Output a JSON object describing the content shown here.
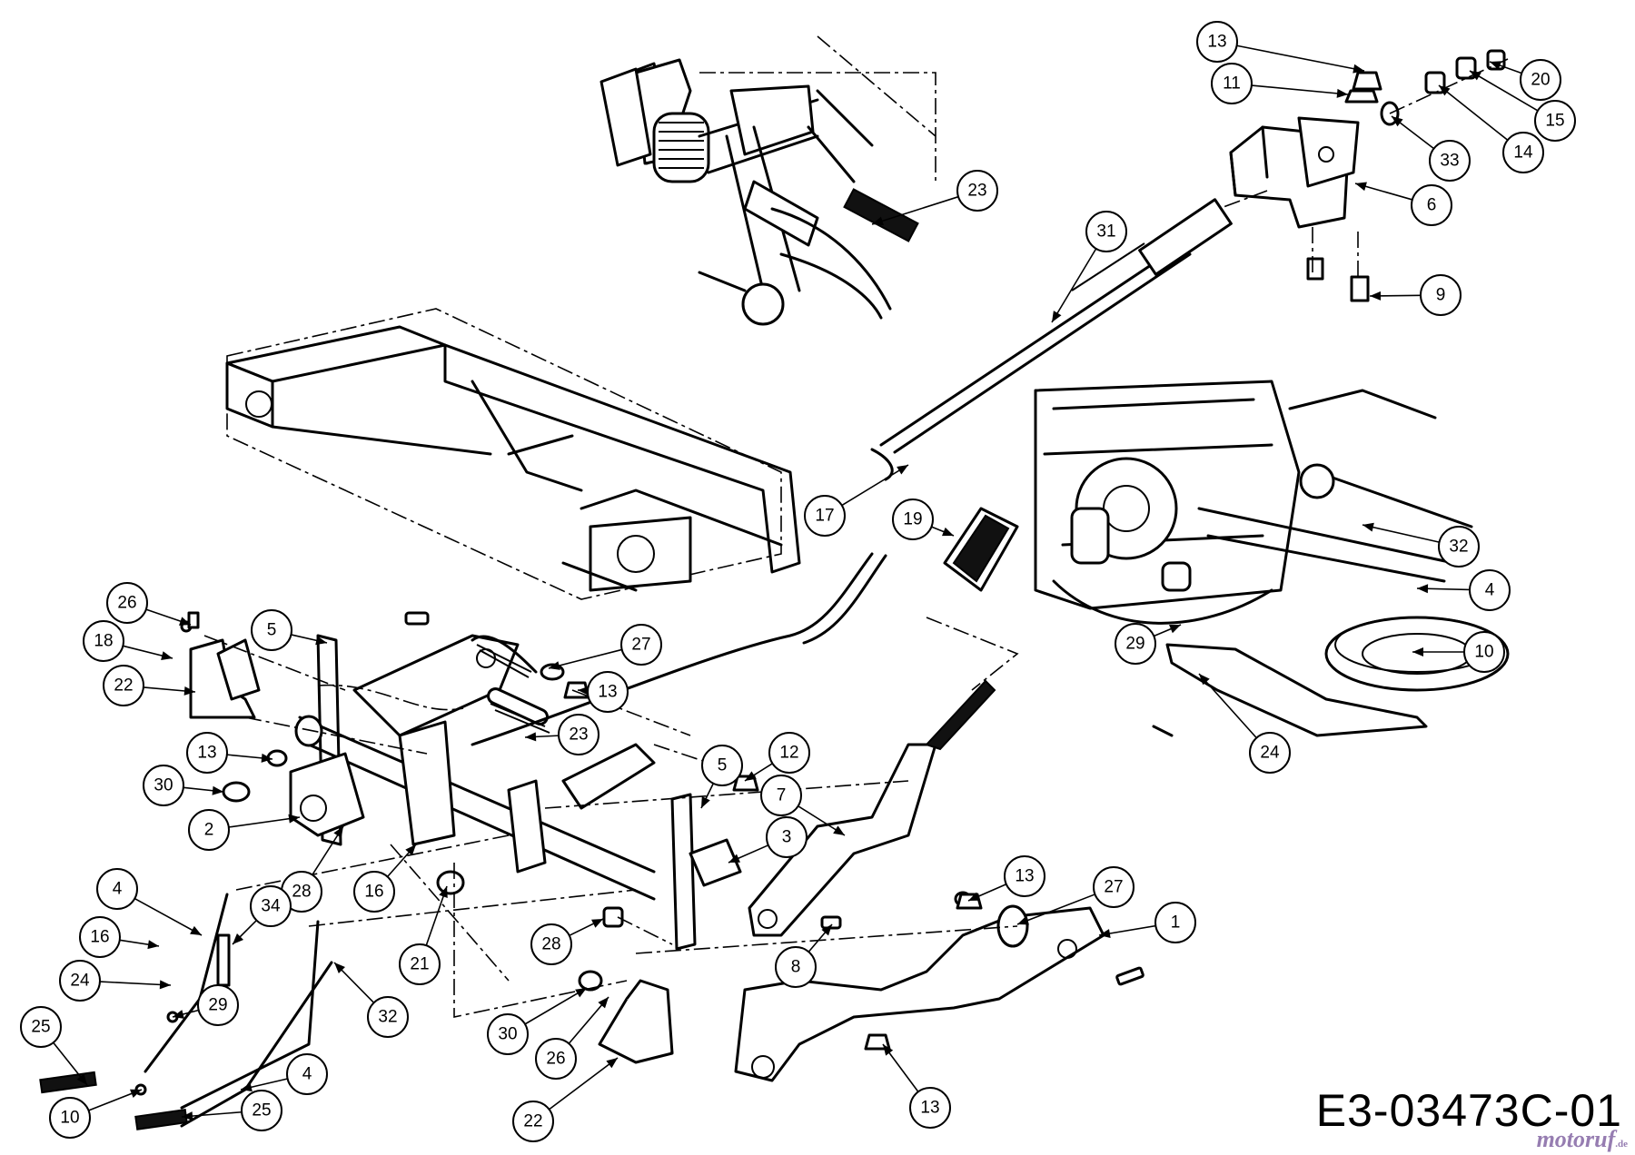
{
  "diagram": {
    "drawing_code": "E3-03473C-01",
    "watermark": "motoruf",
    "watermark_suffix": ".de",
    "callouts": [
      {
        "id": "c13a",
        "label": "13"
      },
      {
        "id": "c11",
        "label": "11"
      },
      {
        "id": "c20",
        "label": "20"
      },
      {
        "id": "c15",
        "label": "15"
      },
      {
        "id": "c14",
        "label": "14"
      },
      {
        "id": "c33",
        "label": "33"
      },
      {
        "id": "c6",
        "label": "6"
      },
      {
        "id": "c9",
        "label": "9"
      },
      {
        "id": "c31",
        "label": "31"
      },
      {
        "id": "c23a",
        "label": "23"
      },
      {
        "id": "c17",
        "label": "17"
      },
      {
        "id": "c19",
        "label": "19"
      },
      {
        "id": "c32a",
        "label": "32"
      },
      {
        "id": "c4a",
        "label": "4"
      },
      {
        "id": "c29a",
        "label": "29"
      },
      {
        "id": "c10a",
        "label": "10"
      },
      {
        "id": "c24a",
        "label": "24"
      },
      {
        "id": "c26a",
        "label": "26"
      },
      {
        "id": "c18",
        "label": "18"
      },
      {
        "id": "c22a",
        "label": "22"
      },
      {
        "id": "c5a",
        "label": "5"
      },
      {
        "id": "c27a",
        "label": "27"
      },
      {
        "id": "c13b",
        "label": "13"
      },
      {
        "id": "c23b",
        "label": "23"
      },
      {
        "id": "c13c",
        "label": "13"
      },
      {
        "id": "c30a",
        "label": "30"
      },
      {
        "id": "c2",
        "label": "2"
      },
      {
        "id": "c28a",
        "label": "28"
      },
      {
        "id": "c16a",
        "label": "16"
      },
      {
        "id": "c5b",
        "label": "5"
      },
      {
        "id": "c12",
        "label": "12"
      },
      {
        "id": "c7",
        "label": "7"
      },
      {
        "id": "c3",
        "label": "3"
      },
      {
        "id": "c4b",
        "label": "4"
      },
      {
        "id": "c16b",
        "label": "16"
      },
      {
        "id": "c34",
        "label": "34"
      },
      {
        "id": "c24b",
        "label": "24"
      },
      {
        "id": "c29b",
        "label": "29"
      },
      {
        "id": "c25a",
        "label": "25"
      },
      {
        "id": "c10b",
        "label": "10"
      },
      {
        "id": "c21",
        "label": "21"
      },
      {
        "id": "c32b",
        "label": "32"
      },
      {
        "id": "c4c",
        "label": "4"
      },
      {
        "id": "c25b",
        "label": "25"
      },
      {
        "id": "c28b",
        "label": "28"
      },
      {
        "id": "c30b",
        "label": "30"
      },
      {
        "id": "c26b",
        "label": "26"
      },
      {
        "id": "c22b",
        "label": "22"
      },
      {
        "id": "c8",
        "label": "8"
      },
      {
        "id": "c13d",
        "label": "13"
      },
      {
        "id": "c27b",
        "label": "27"
      },
      {
        "id": "c1",
        "label": "1"
      },
      {
        "id": "c13e",
        "label": "13"
      }
    ]
  }
}
